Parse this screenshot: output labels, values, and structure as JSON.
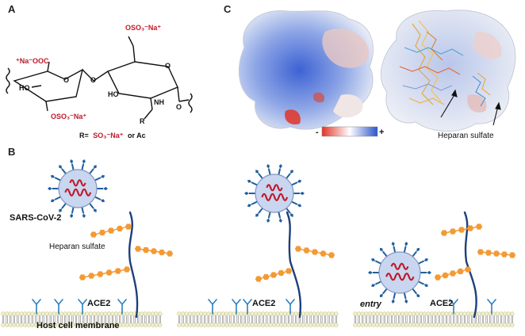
{
  "panels": {
    "a": "A",
    "b": "B",
    "c": "C"
  },
  "chem": {
    "naooc": "⁺Na⁻OOC",
    "oso3_top": "OSO₃⁻Na⁺",
    "oso3_mid": "OSO₃⁻Na⁺",
    "ho_left": "HO",
    "ho_right": "HO",
    "o_link": "O",
    "o_ring1": "O",
    "o_ring2": "O",
    "nh": "NH",
    "o_bottom": "O",
    "r_group": "R",
    "r_def_prefix": "R=",
    "r_def_red": "SO₃⁻Na⁺",
    "r_def_suffix": "or Ac"
  },
  "colorbar": {
    "minus": "-",
    "plus": "+"
  },
  "c_labels": {
    "heparan": "Heparan sulfate"
  },
  "b_labels": {
    "sars": "SARS-CoV-2",
    "heparan": "Heparan sulfate",
    "ace2_1": "ACE2",
    "ace2_2": "ACE2",
    "ace2_3": "ACE2",
    "membrane": "Host cell membrane",
    "entry": "entry"
  },
  "colors": {
    "virus_fill": "#c9d6ef",
    "spike": "#1f5f9e",
    "rna": "#c0182b",
    "heparan": "#f39a33",
    "ace2_receptor": "#2f7fc0",
    "chain": "#1f3f7a",
    "membrane_head": "#f2f0c8",
    "membrane_tail": "#7a7a7a",
    "accent_red": "#c0182b"
  }
}
